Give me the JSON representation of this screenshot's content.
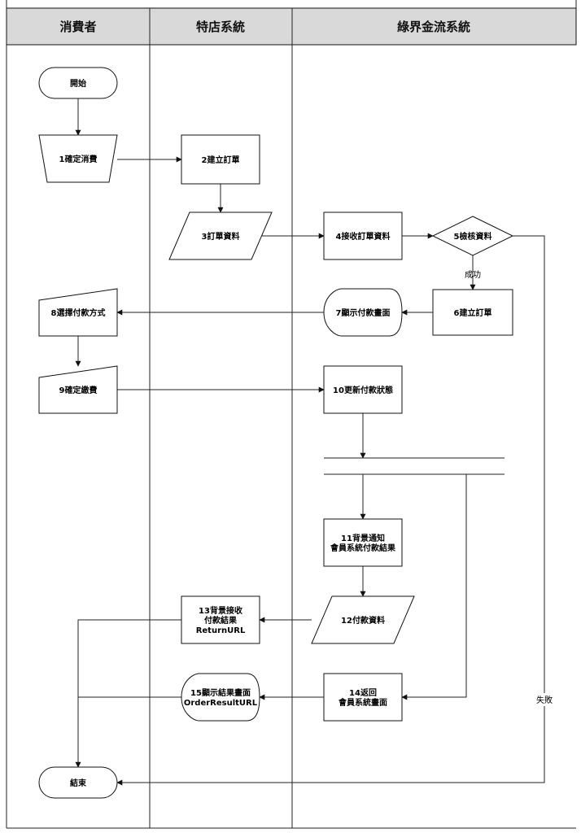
{
  "lanes": [
    {
      "id": "consumer",
      "title": "消費者"
    },
    {
      "id": "shop",
      "title": "特店系統"
    },
    {
      "id": "gateway",
      "title": "綠界金流系統"
    }
  ],
  "nodes": [
    {
      "id": "start",
      "type": "terminal",
      "lines": [
        "開始"
      ]
    },
    {
      "id": "n1",
      "type": "manual",
      "lines": [
        "1確定消費"
      ]
    },
    {
      "id": "n2",
      "type": "process",
      "lines": [
        "2建立訂單"
      ]
    },
    {
      "id": "n3",
      "type": "data",
      "lines": [
        "3訂單資料"
      ]
    },
    {
      "id": "n4",
      "type": "process",
      "lines": [
        "4接收訂單資料"
      ]
    },
    {
      "id": "n5",
      "type": "decision",
      "lines": [
        "5檢核資料"
      ]
    },
    {
      "id": "n6",
      "type": "process",
      "lines": [
        "6建立訂單"
      ]
    },
    {
      "id": "n7",
      "type": "display",
      "lines": [
        "7顯示付款畫面"
      ]
    },
    {
      "id": "n8",
      "type": "manual-input",
      "lines": [
        "8選擇付款方式"
      ]
    },
    {
      "id": "n9",
      "type": "manual-input",
      "lines": [
        "9確定繳費"
      ]
    },
    {
      "id": "n10",
      "type": "process",
      "lines": [
        "10更新付款狀態"
      ]
    },
    {
      "id": "n11",
      "type": "process",
      "lines": [
        "11背景通知",
        "會員系統付款結果"
      ]
    },
    {
      "id": "n12",
      "type": "data",
      "lines": [
        "12付款資料"
      ]
    },
    {
      "id": "n13",
      "type": "process",
      "lines": [
        "13背景接收",
        "付款結果",
        "ReturnURL"
      ]
    },
    {
      "id": "n14",
      "type": "process",
      "lines": [
        "14返回",
        "會員系統畫面"
      ]
    },
    {
      "id": "n15",
      "type": "display",
      "lines": [
        "15顯示結果畫面",
        "OrderResultURL"
      ]
    },
    {
      "id": "end",
      "type": "terminal",
      "lines": [
        "結束"
      ]
    }
  ],
  "edge_labels": {
    "success": "成功",
    "fail": "失敗"
  }
}
